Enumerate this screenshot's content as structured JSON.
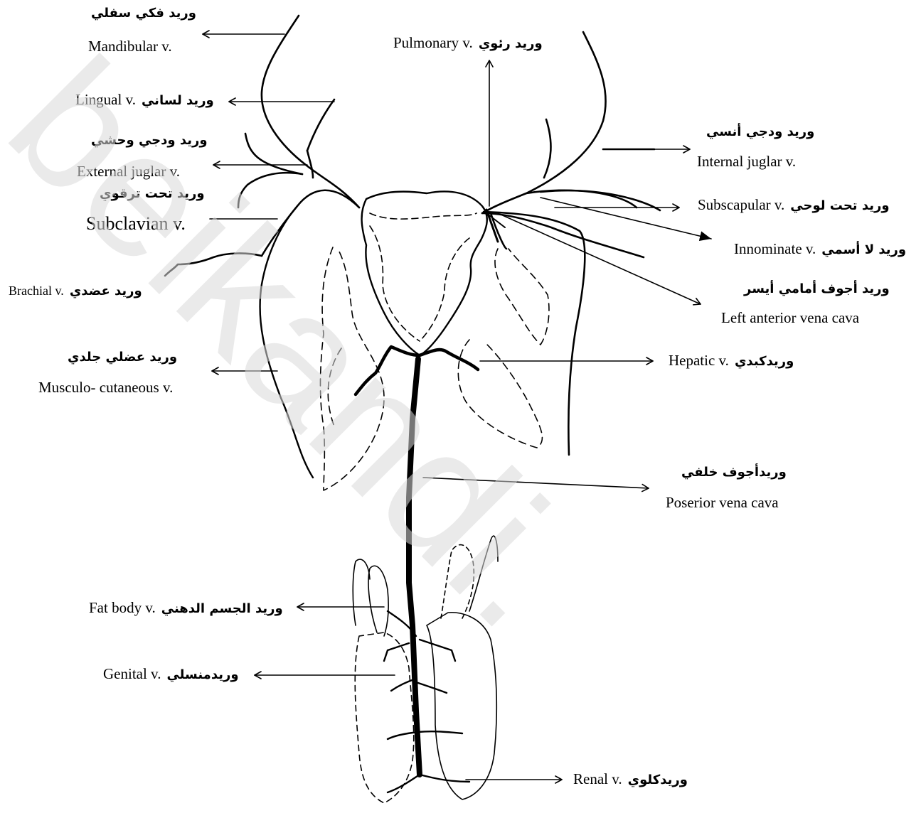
{
  "watermark": "beikandi.",
  "labels": {
    "mandibular": {
      "ar": "وريد فكي سفلي",
      "en": "Mandibular v."
    },
    "pulmonary": {
      "en": "Pulmonary v.",
      "ar": "وريد رئوي"
    },
    "lingual": {
      "en": "Lingual v.",
      "ar": "وريد لساني"
    },
    "external_jugular": {
      "ar": "وريد ودجي وحشي",
      "en": "External juglar v."
    },
    "internal_jugular": {
      "ar": "وريد ودجي أنسي",
      "en": "Internal juglar v."
    },
    "subclavian": {
      "ar": "وريد تحت ترقوي",
      "en": "Subclavian v."
    },
    "subscapular": {
      "en": "Subscapular v.",
      "ar": "وريد تحت لوحي"
    },
    "innominate": {
      "en": "Innominate v.",
      "ar": "وريد لا أسمي"
    },
    "brachial": {
      "en": "Brachial v.",
      "ar": "وريد عضدي"
    },
    "left_anterior_vena_cava": {
      "ar": "وريد أجوف أمامي أيسر",
      "en": "Left anterior vena cava"
    },
    "musculo_cutaneous": {
      "ar": "وريد عضلي جلدي",
      "en": "Musculo- cutaneous v."
    },
    "hepatic": {
      "en": "Hepatic v.",
      "ar": "وريدكبدي"
    },
    "posterior_vena_cava": {
      "ar": "وريدأجوف خلفي",
      "en": "Poserior vena cava"
    },
    "fat_body": {
      "en": "Fat body v.",
      "ar": "وريد الجسم الدهني"
    },
    "genital": {
      "en": "Genital v.",
      "ar": "وريدمنسلي"
    },
    "renal": {
      "en": "Renal v.",
      "ar": "وريدكلوي"
    }
  }
}
